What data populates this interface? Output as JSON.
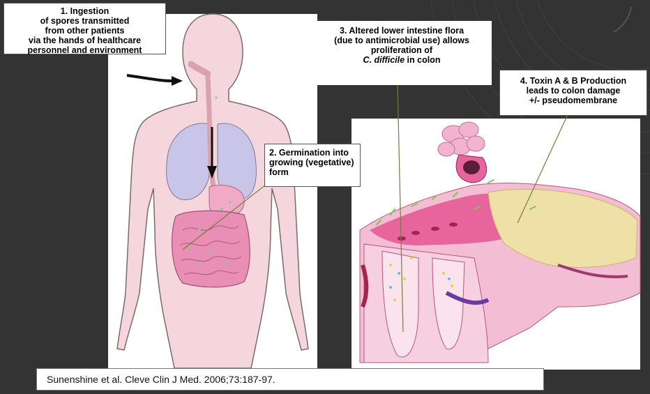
{
  "colors": {
    "background": "#333333",
    "body_fill": "#f4d6dc",
    "lung_fill": "#c9c5e8",
    "intestine_fill": "#e98fb6",
    "colon_pink": "#e7649d",
    "pseudomembrane": "#efe0a8"
  },
  "callouts": {
    "ingestion": {
      "lines": [
        "1. Ingestion",
        "of spores transmitted",
        "from other patients",
        "via the hands of healthcare",
        "personnel and environment"
      ]
    },
    "flora": {
      "lines": [
        "3. Altered lower intestine flora",
        "(due to antimicrobial use) allows",
        "proliferation of"
      ],
      "species": "C. difficile",
      "species_suffix": " in colon"
    },
    "toxin": {
      "lines": [
        "4. Toxin A & B Production",
        "leads to colon damage",
        "+/- pseudomembrane"
      ]
    },
    "germination": {
      "lines": [
        "2. Germination into",
        "growing (vegetative)",
        "form"
      ]
    }
  },
  "citation": "Sunenshine et al. Cleve Clin J Med. 2006;73:187-97."
}
